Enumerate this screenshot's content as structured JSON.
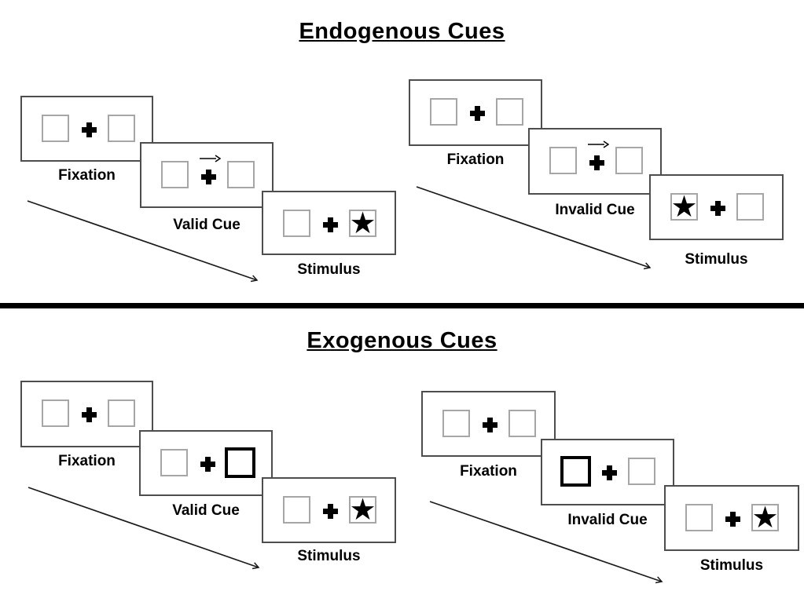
{
  "diagram": {
    "kind": "posner-cueing-task",
    "symbols": {
      "target_star": "★"
    },
    "icons": {
      "fixation_cross": "plus-cross-icon",
      "endogenous_cue": "right-arrow-icon",
      "exogenous_cue": "thick-box-outline",
      "sequence_arrow": "diagonal-arrow-down-right"
    },
    "colors": {
      "background": "#ffffff",
      "panel_border": "#4d4d4d",
      "square_border": "#a6a6a6",
      "cue_box_border": "#000000",
      "symbol": "#000000",
      "divider": "#000000"
    },
    "sections": [
      {
        "title": "Endogenous Cues",
        "sequences": [
          {
            "name": "valid-trial",
            "steps": [
              {
                "label": "Fixation",
                "type": "fixation"
              },
              {
                "label": "Valid Cue",
                "type": "arrow-cue",
                "cue_arrow_direction": "right"
              },
              {
                "label": "Stimulus",
                "type": "stimulus",
                "star_side": "right"
              }
            ]
          },
          {
            "name": "invalid-trial",
            "steps": [
              {
                "label": "Fixation",
                "type": "fixation"
              },
              {
                "label": "Invalid Cue",
                "type": "arrow-cue",
                "cue_arrow_direction": "right"
              },
              {
                "label": "Stimulus",
                "type": "stimulus",
                "star_side": "left"
              }
            ]
          }
        ]
      },
      {
        "title": "Exogenous Cues",
        "sequences": [
          {
            "name": "valid-trial",
            "steps": [
              {
                "label": "Fixation",
                "type": "fixation"
              },
              {
                "label": "Valid Cue",
                "type": "box-cue",
                "thick_box_side": "right"
              },
              {
                "label": "Stimulus",
                "type": "stimulus",
                "star_side": "right"
              }
            ]
          },
          {
            "name": "invalid-trial",
            "steps": [
              {
                "label": "Fixation",
                "type": "fixation"
              },
              {
                "label": "Invalid Cue",
                "type": "box-cue",
                "thick_box_side": "left"
              },
              {
                "label": "Stimulus",
                "type": "stimulus",
                "star_side": "right"
              }
            ]
          }
        ]
      }
    ]
  }
}
